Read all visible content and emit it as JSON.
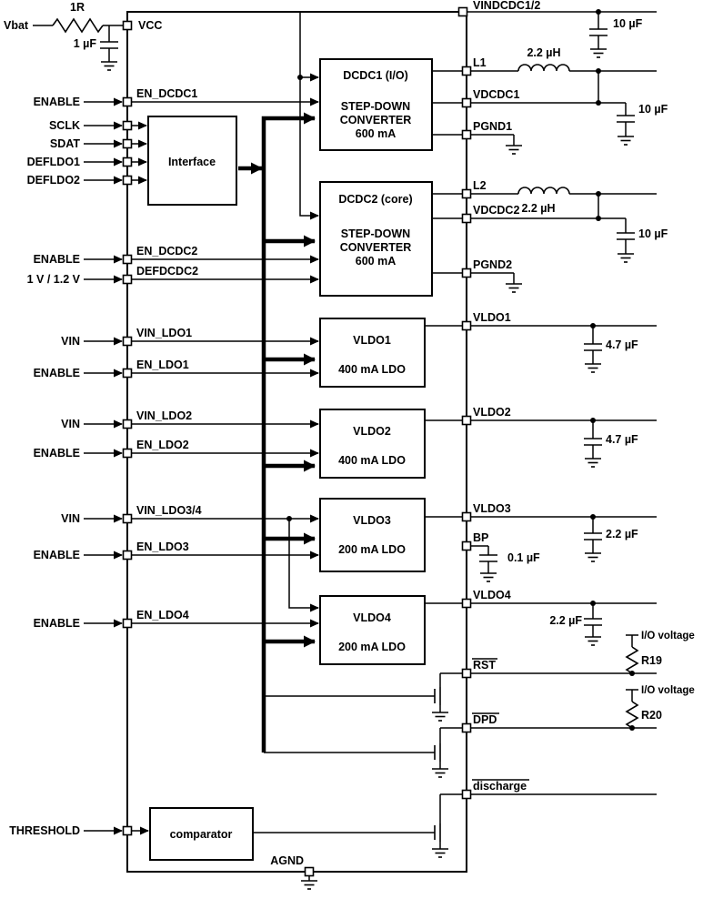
{
  "colors": {
    "stroke": "#000000",
    "background": "#ffffff"
  },
  "labels": {
    "vbat": "Vbat",
    "r_in": "1R",
    "c_in": "1 µF",
    "vcc": "VCC",
    "enable": "ENABLE",
    "sclk": "SCLK",
    "sdat": "SDAT",
    "defldo1": "DEFLDO1",
    "defldo2": "DEFLDO2",
    "def_voltage": "1 V / 1.2 V",
    "vin": "VIN",
    "threshold": "THRESHOLD",
    "en_dcdc1": "EN_DCDC1",
    "en_dcdc2": "EN_DCDC2",
    "defdcdc2": "DEFDCDC2",
    "vin_ldo1": "VIN_LDO1",
    "en_ldo1": "EN_LDO1",
    "vin_ldo2": "VIN_LDO2",
    "en_ldo2": "EN_LDO2",
    "vin_ldo34": "VIN_LDO3/4",
    "en_ldo3": "EN_LDO3",
    "en_ldo4": "EN_LDO4"
  },
  "blocks": {
    "interface": {
      "title": "Interface"
    },
    "dcdc1": {
      "title": "DCDC1 (I/O)",
      "line1": "STEP-DOWN",
      "line2": "CONVERTER",
      "line3": "600 mA"
    },
    "dcdc2": {
      "title": "DCDC2 (core)",
      "line1": "STEP-DOWN",
      "line2": "CONVERTER",
      "line3": "600 mA"
    },
    "vldo1": {
      "title": "VLDO1",
      "rating": "400 mA LDO"
    },
    "vldo2": {
      "title": "VLDO2",
      "rating": "400 mA LDO"
    },
    "vldo3": {
      "title": "VLDO3",
      "rating": "200 mA LDO"
    },
    "vldo4": {
      "title": "VLDO4",
      "rating": "200 mA LDO"
    },
    "comparator": {
      "title": "comparator"
    }
  },
  "pins_right": {
    "vindcdc12": "VINDCDC1/2",
    "l1": "L1",
    "vdcdc1": "VDCDC1",
    "pgnd1": "PGND1",
    "l2": "L2",
    "vdcdc2": "VDCDC2",
    "pgnd2": "PGND2",
    "vldo1": "VLDO1",
    "vldo2": "VLDO2",
    "vldo3": "VLDO3",
    "bp": "BP",
    "vldo4": "VLDO4",
    "rst": "RST",
    "dpd": "DPD",
    "discharge": "discharge",
    "agnd": "AGND"
  },
  "external": {
    "ind_l1": "2.2 µH",
    "ind_l2": "2.2 µH",
    "cap_vindcdc": "10 µF",
    "cap_vdcdc1": "10 µF",
    "cap_vdcdc2": "10 µF",
    "cap_vldo1": "4.7 µF",
    "cap_vldo2": "4.7 µF",
    "cap_vldo3": "2.2 µF",
    "cap_bp": "0.1 µF",
    "cap_vldo4": "2.2 µF",
    "io_voltage": "I/O voltage",
    "r19": "R19",
    "r20": "R20"
  }
}
